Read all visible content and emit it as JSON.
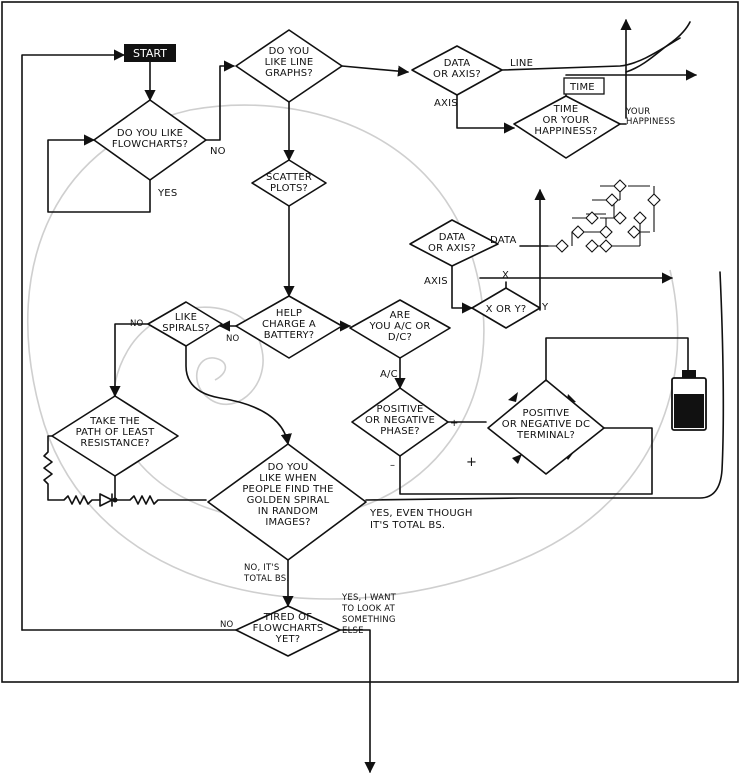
{
  "start": "START",
  "nodes": {
    "like_flowcharts": [
      "DO YOU LIKE",
      "FLOWCHARTS?"
    ],
    "like_line_graphs": [
      "DO YOU",
      "LIKE LINE",
      "GRAPHS?"
    ],
    "scatter_plots": [
      "SCATTER",
      "PLOTS?"
    ],
    "data_or_axis_1": [
      "DATA",
      "OR AXIS?"
    ],
    "time_or_happiness": [
      "TIME",
      "OR YOUR",
      "HAPPINESS?"
    ],
    "data_or_axis_2": [
      "DATA",
      "OR AXIS?"
    ],
    "x_or_y": [
      "X OR Y?"
    ],
    "like_spirals": [
      "LIKE",
      "SPIRALS?"
    ],
    "help_charge": [
      "HELP",
      "CHARGE A",
      "BATTERY?"
    ],
    "ac_or_dc": [
      "ARE",
      "YOU A/C OR",
      "D/C?"
    ],
    "least_resistance": [
      "TAKE THE",
      "PATH OF LEAST",
      "RESISTANCE?"
    ],
    "positive_negative_phase": [
      "POSITIVE",
      "OR NEGATIVE",
      "PHASE?"
    ],
    "positive_negative_terminal": [
      "POSITIVE",
      "OR NEGATIVE DC",
      "TERMINAL?"
    ],
    "golden_spiral": [
      "DO YOU",
      "LIKE WHEN",
      "PEOPLE FIND THE",
      "GOLDEN SPIRAL",
      "IN RANDOM",
      "IMAGES?"
    ],
    "tired": [
      "TIRED OF",
      "FLOWCHARTS",
      "YET?"
    ]
  },
  "labels": {
    "no_flowcharts": "NO",
    "yes_flowcharts": "YES",
    "line": "LINE",
    "axis_1": "AXIS",
    "time": "TIME",
    "your_happiness": [
      "YOUR",
      "HAPPINESS"
    ],
    "data_2": "DATA",
    "axis_2": "AXIS",
    "x_axis": "X",
    "y_axis": "Y",
    "no_spirals": "NO",
    "no_battery": "NO",
    "ac": "A/C",
    "plus_phase": "+",
    "minus_phase": "–",
    "plus_terminal": "+",
    "yes_bs": [
      "YES, EVEN THOUGH",
      "IT'S TOTAL BS."
    ],
    "no_bs": [
      "NO, IT'S",
      "TOTAL BS."
    ],
    "yes_else": [
      "YES, I WANT",
      "TO LOOK AT",
      "SOMETHING",
      "ELSE"
    ],
    "no_tired": "NO"
  }
}
